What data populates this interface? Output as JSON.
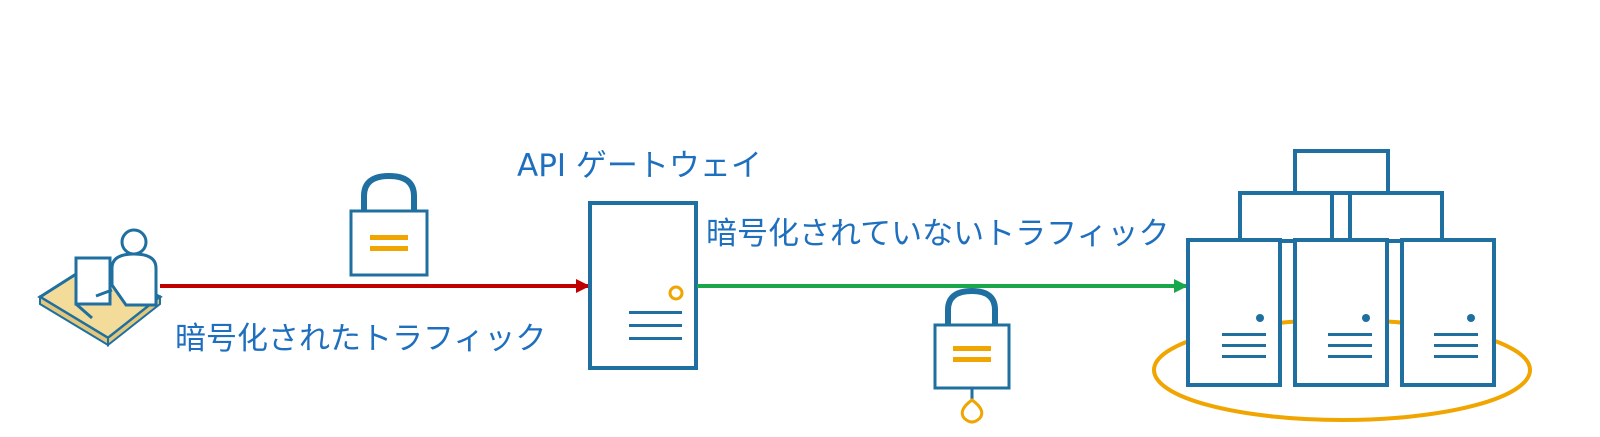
{
  "labels": {
    "gateway": "API ゲートウェイ",
    "unencrypted_traffic": "暗号化されていないトラフィック",
    "encrypted_traffic": "暗号化されたトラフィック"
  },
  "colors": {
    "line_blue": "#1f6fa0",
    "text_blue": "#1f6fbf",
    "accent_orange": "#f0a500",
    "encrypted_arrow": "#c00000",
    "unencrypted_arrow": "#1aa64a"
  },
  "nodes": [
    {
      "id": "client",
      "icon": "user-at-computer-icon"
    },
    {
      "id": "gateway",
      "icon": "server-icon"
    },
    {
      "id": "backend",
      "icon": "server-cluster-icon"
    }
  ],
  "edges": [
    {
      "from": "client",
      "to": "gateway",
      "label": "暗号化されたトラフィック",
      "state": "encrypted",
      "icon": "lock-closed-icon"
    },
    {
      "from": "gateway",
      "to": "backend",
      "label": "暗号化されていないトラフィック",
      "state": "unencrypted",
      "icon": "lock-open-icon"
    }
  ]
}
